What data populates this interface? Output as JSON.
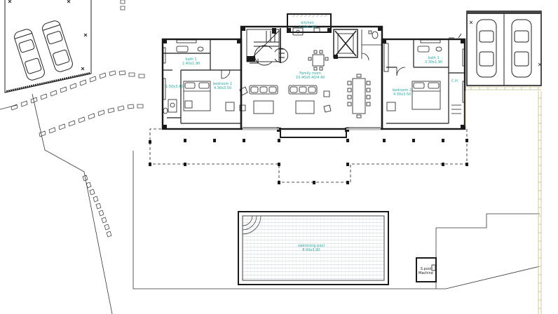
{
  "rooms": {
    "kitchen": {
      "name": "kitchen",
      "dims": "3.10x1.40"
    },
    "family_room": {
      "name": "Family room",
      "dims": "10.40x5.40/4.40"
    },
    "bath_left": {
      "name": "bath 1",
      "dims": "2.40x1.90"
    },
    "bath_right": {
      "name": "bath 1",
      "dims": "3.30x1.90"
    },
    "bedroom_1": {
      "name": "bedroom 1",
      "dims": "4.30x3.50"
    },
    "bedroom_2": {
      "name": "bedroom 2",
      "dims": "4.30x3.50"
    },
    "ch": {
      "name": "C.H"
    },
    "small_left": {
      "name": "",
      "dims": "1.50x3.40"
    },
    "pool": {
      "name": "swimming pool",
      "dims": "8.00x3.90"
    },
    "pool_machine": {
      "name": "S.pool",
      "dims": "Machine"
    }
  },
  "colors": {
    "line": "#1a1a1a",
    "room_text": "#2aa6a6",
    "stone": "#c9b98a"
  }
}
